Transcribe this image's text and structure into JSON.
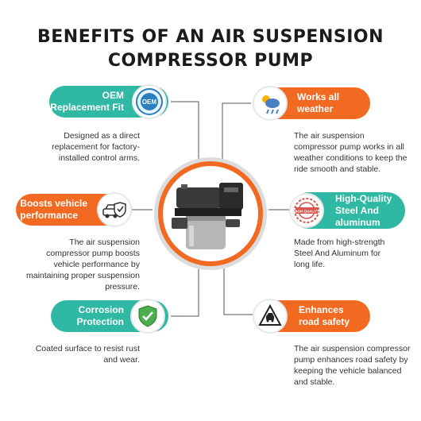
{
  "title_line1": "BENEFITS OF AN AIR SUSPENSION",
  "title_line2": "COMPRESSOR PUMP",
  "benefits": [
    {
      "label1": "OEM",
      "label2": "Replacement Fit",
      "badge_text": "OEM",
      "desc": "Designed as a direct replacement for factory-installed control arms.",
      "color": "#2fb8a3",
      "icon": "oem-seal-icon"
    },
    {
      "label1": "Works all",
      "label2": "weather",
      "desc": "The air suspension compressor pump works in all weather conditions to keep the ride smooth and stable.",
      "color": "#f26a22",
      "icon": "weather-icon"
    },
    {
      "label1": "Boosts vehicle",
      "label2": "performance",
      "desc": "The air suspension compressor pump boosts vehicle performance by maintaining proper suspension pressure.",
      "color": "#f26a22",
      "icon": "car-shield-icon"
    },
    {
      "label1": "High-Quality",
      "label2": "Steel And",
      "label3": "aluminum",
      "badge_text": "HIGH QUALITY",
      "desc": "Made from high-strength Steel And Aluminum for long life.",
      "color": "#2fb8a3",
      "icon": "quality-stamp-icon"
    },
    {
      "label1": "Corrosion",
      "label2": "Protection",
      "desc": "Coated surface to resist rust and wear.",
      "color": "#2fb8a3",
      "icon": "shield-check-icon"
    },
    {
      "label1": "Enhances",
      "label2": "road safety",
      "desc": "The air suspension compressor pump enhances road safety by keeping the vehicle balanced and stable.",
      "color": "#f26a22",
      "icon": "safety-warning-icon"
    }
  ],
  "colors": {
    "teal": "#2fb8a3",
    "orange": "#f26a22",
    "ring_gray": "#dcdcdc"
  }
}
